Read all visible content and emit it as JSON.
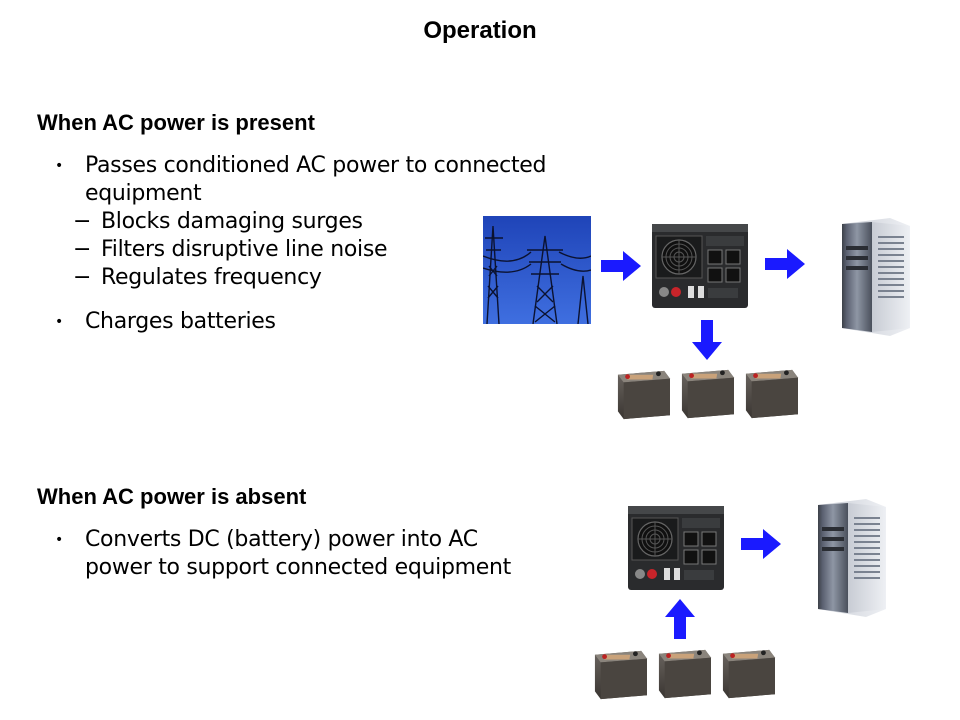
{
  "slide": {
    "title": "Operation",
    "section_present": {
      "heading": "When AC power is present",
      "bullets": [
        {
          "text_line1": "Passes conditioned AC power to connected",
          "text_line2": "equipment",
          "sub_items": [
            "Blocks damaging surges",
            "Filters disruptive line noise",
            "Regulates frequency"
          ]
        },
        {
          "text_line1": "Charges batteries"
        }
      ],
      "diagram": {
        "images": [
          "power-lines-image",
          "inverter-charger-image",
          "server-tower-image",
          "battery-image",
          "battery-image",
          "battery-image"
        ],
        "arrows": [
          "right",
          "right",
          "down"
        ]
      }
    },
    "section_absent": {
      "heading": "When AC power is absent",
      "bullets": [
        {
          "text_line1": "Converts DC (battery) power into AC",
          "text_line2": "power to support connected equipment"
        }
      ],
      "diagram": {
        "images": [
          "inverter-charger-image",
          "server-tower-image",
          "battery-image",
          "battery-image",
          "battery-image"
        ],
        "arrows": [
          "right",
          "up"
        ]
      }
    },
    "bullet_glyph": "•",
    "dash_glyph": "−",
    "colors": {
      "arrow": "#1a1aff",
      "sky": "#2b57c9",
      "text": "#000000"
    }
  }
}
